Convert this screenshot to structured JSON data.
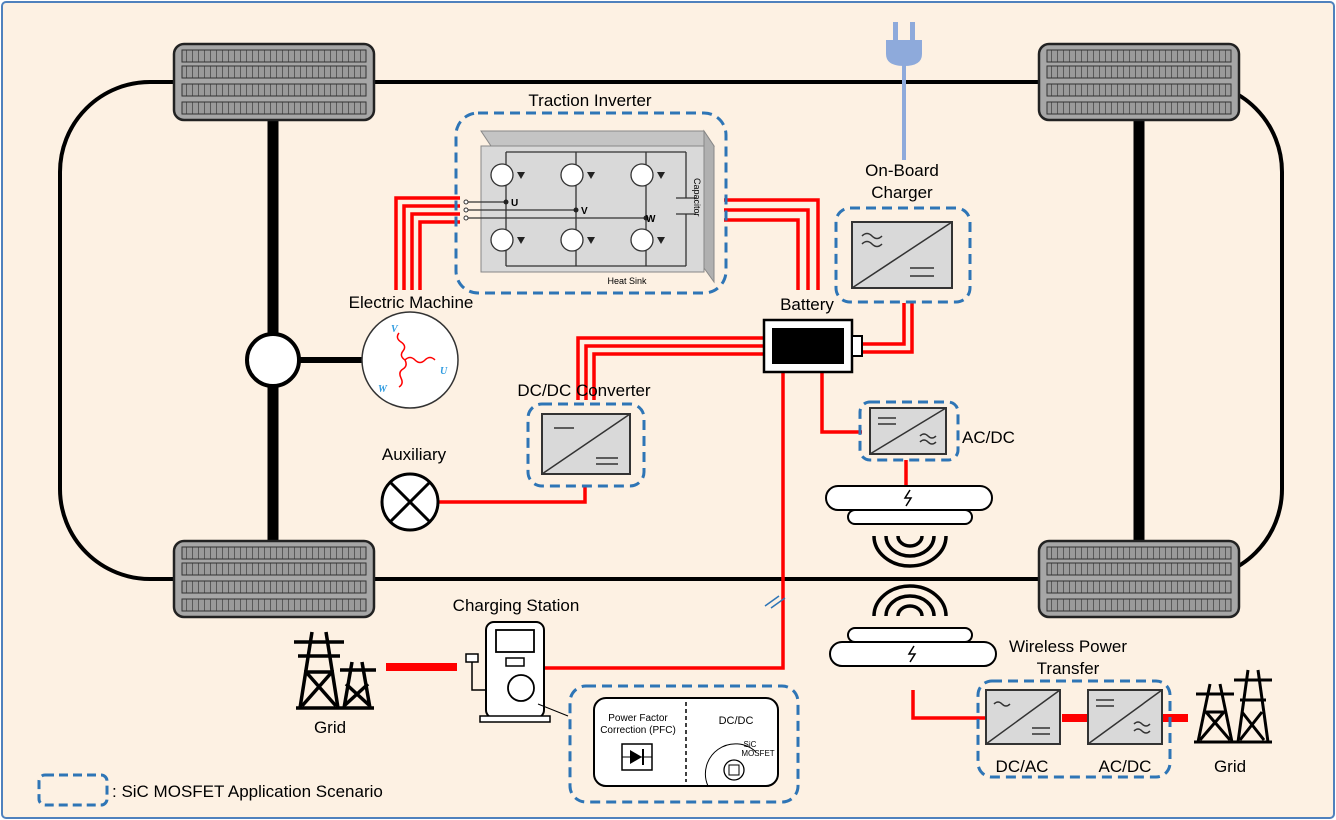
{
  "labels": {
    "traction_inverter": "Traction Inverter",
    "on_board_charger_line1": "On-Board",
    "on_board_charger_line2": "Charger",
    "electric_machine": "Electric Machine",
    "battery": "Battery",
    "dcdc_converter": "DC/DC Converter",
    "auxiliary": "Auxiliary",
    "acdc": "AC/DC",
    "charging_station": "Charging Station",
    "grid_left": "Grid",
    "wireless_line1": "Wireless Power",
    "wireless_line2": "Transfer",
    "dcac": "DC/AC",
    "acdc_bottom": "AC/DC",
    "grid_right": "Grid",
    "legend": ": SiC MOSFET Application Scenario"
  },
  "inverter": {
    "phase_u": "U",
    "phase_v": "V",
    "phase_w": "W",
    "capacitor": "Capacitor",
    "heat_sink": "Heat Sink"
  },
  "motor": {
    "phase_v": "V",
    "phase_u": "U",
    "phase_w": "W"
  },
  "station_detail": {
    "pfc_line1": "Power Factor",
    "pfc_line2": "Correction (PFC)",
    "dcdc": "DC/DC",
    "sic_line1": "SiC",
    "sic_line2": "MOSFET"
  },
  "colors": {
    "background": "#fdf1e3",
    "border": "#4f81bd",
    "power_line": "#ff0000",
    "scenario_dash": "#2e75b6",
    "plug": "#8eaadb",
    "chassis": "#000000",
    "module_fill": "#d9d9d9"
  }
}
